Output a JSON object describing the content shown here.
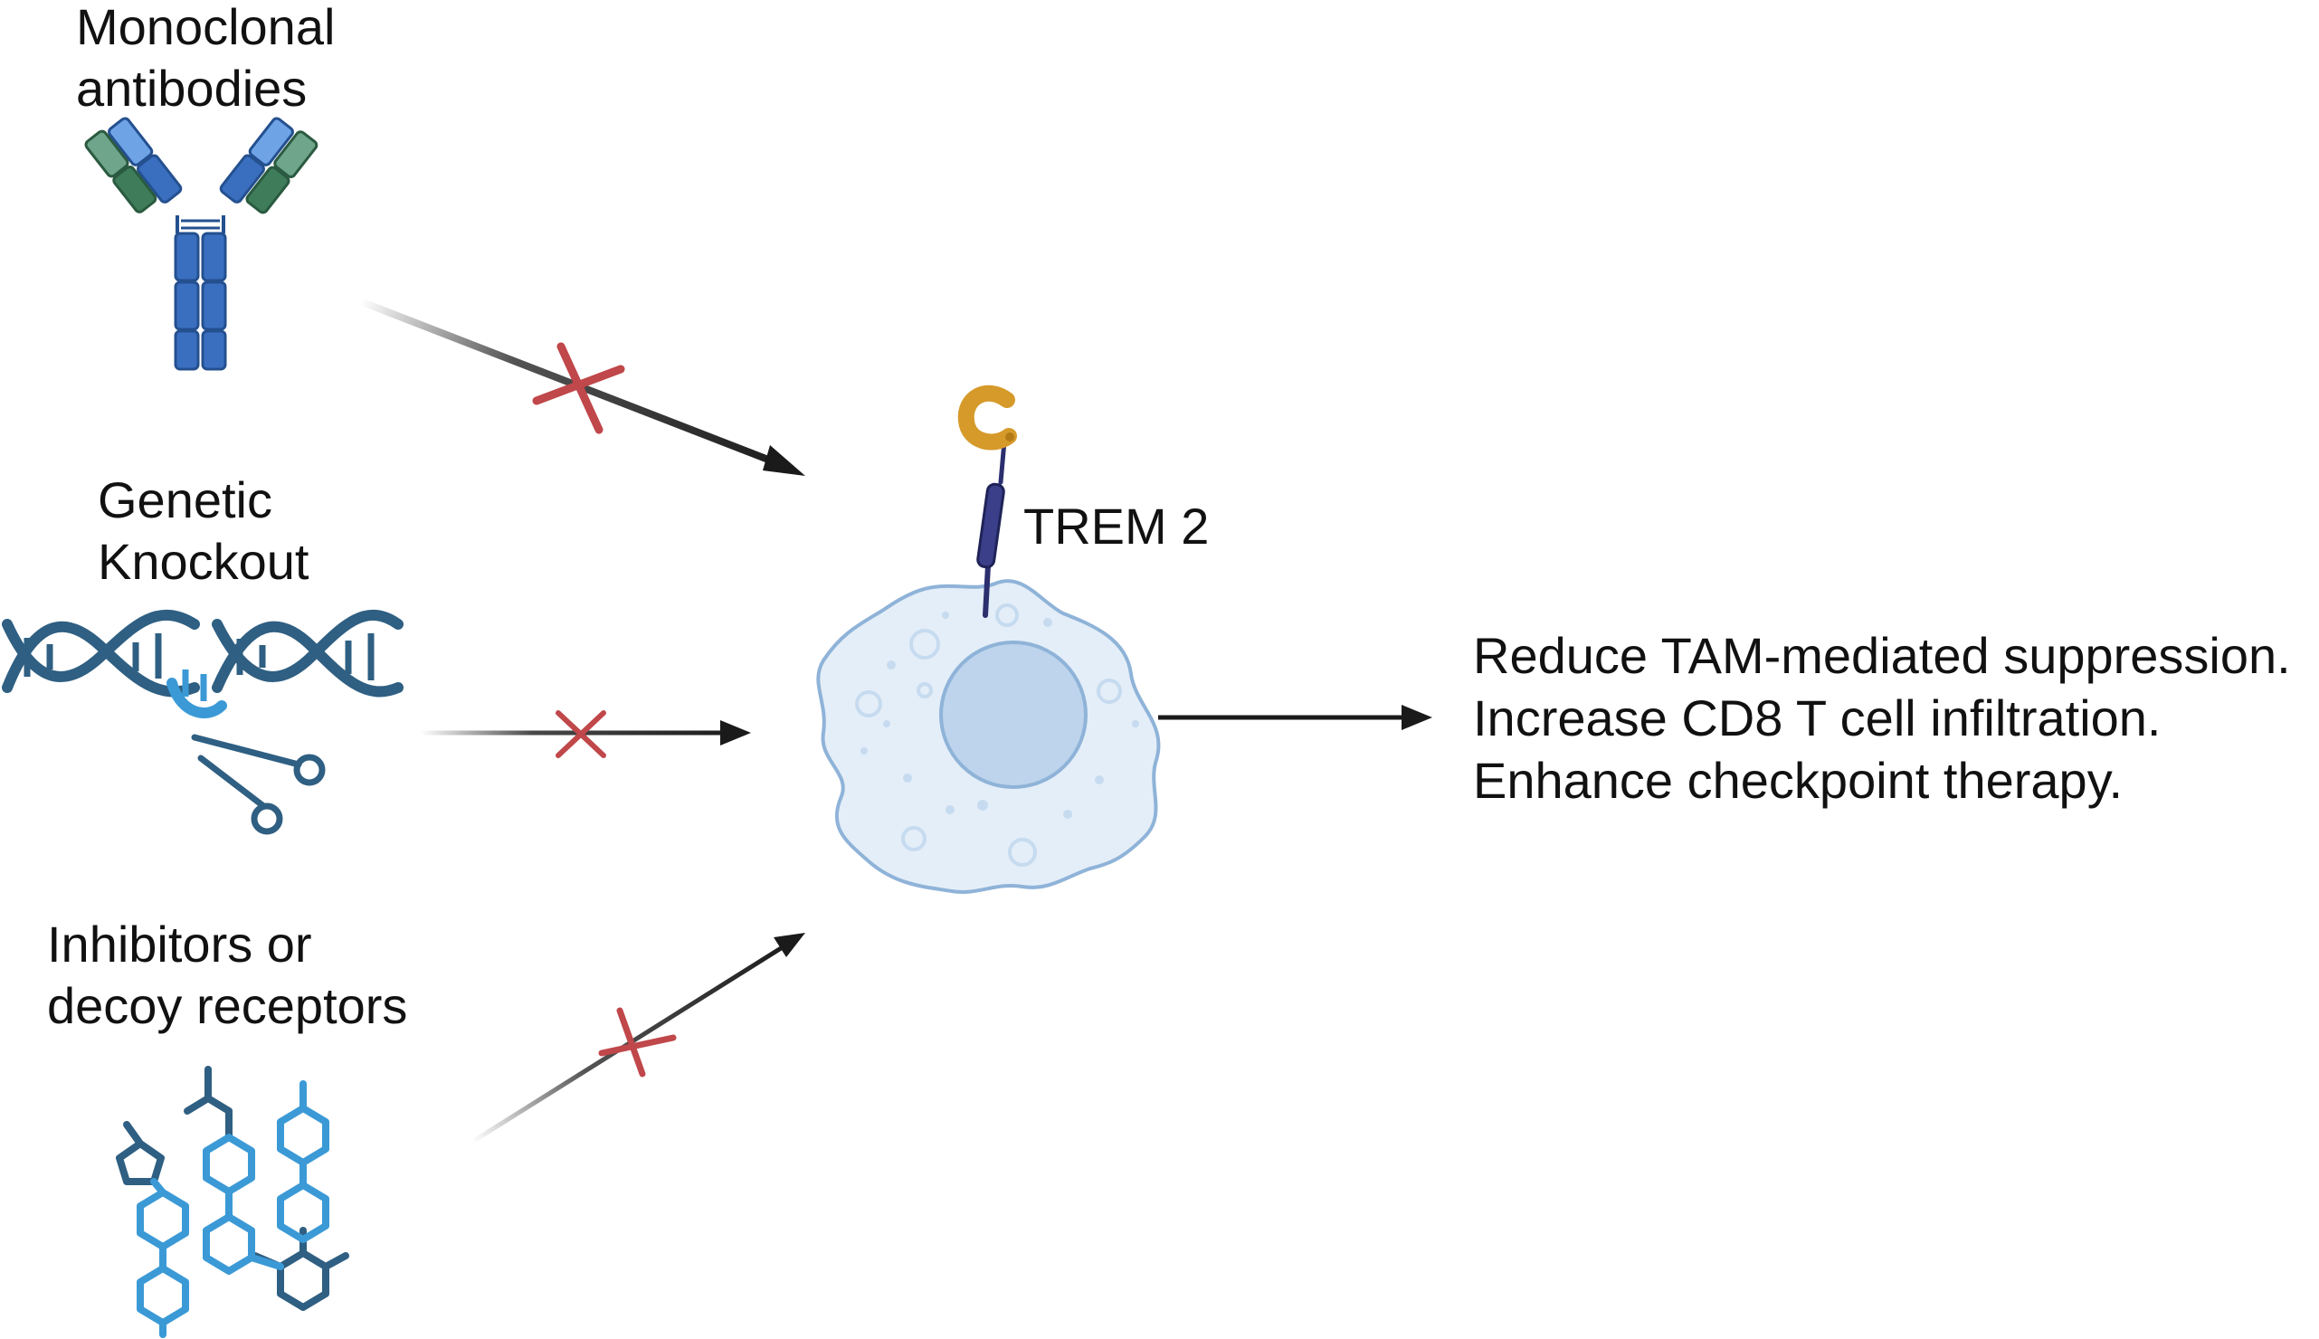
{
  "labels": {
    "antibodies": [
      "Monoclonal",
      "antibodies"
    ],
    "knockout": [
      "Genetic",
      "Knockout"
    ],
    "inhibitors": [
      "Inhibitors or",
      "decoy receptors"
    ],
    "receptor": "TREM 2"
  },
  "outcomes": [
    "Reduce TAM-mediated suppression.",
    "Increase CD8 T cell infiltration.",
    "Enhance checkpoint therapy."
  ],
  "icons": {
    "antibody": "antibody-icon",
    "dna": "dna-double-helix-icon",
    "scissors": "scissors-icon",
    "molecules": "small-molecule-icon",
    "cell": "macrophage-cell-icon",
    "receptor": "trem2-receptor-icon",
    "block_marker": "red-x-block-icon"
  },
  "colors": {
    "block_marker": "#c0474a",
    "arrow": "#1a1a1a",
    "antibody_heavy": "#3a6fc0",
    "antibody_light_blue": "#6ea3e6",
    "antibody_green": "#4f8a6a",
    "dna": "#2f5f82",
    "dna_accent": "#3b9ad6",
    "molecule_light": "#3b9ad6",
    "molecule_dark": "#2f5f82",
    "cell_fill": "#e4eef8",
    "cell_outline": "#8fb3d8",
    "nucleus": "#bdd4ec",
    "receptor_stalk": "#2b2f6e",
    "receptor_head": "#d69a2a"
  }
}
